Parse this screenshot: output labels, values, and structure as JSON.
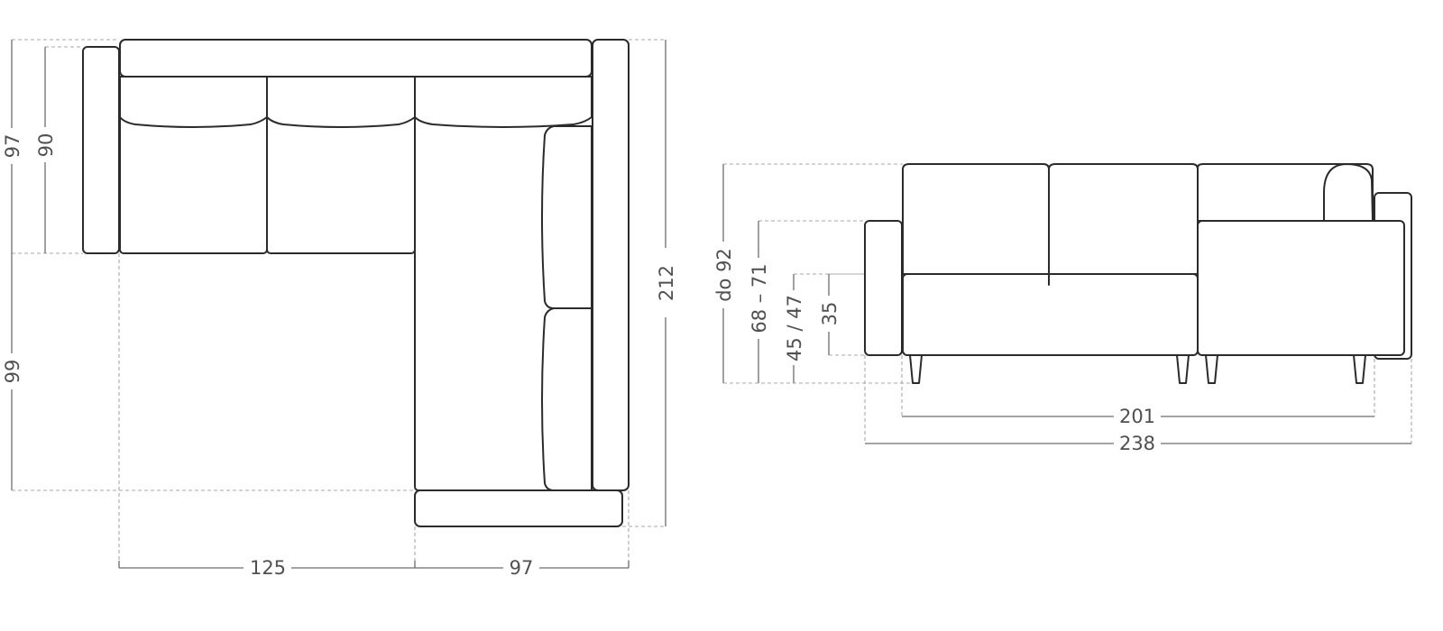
{
  "top_view": {
    "depth_left_total": "97",
    "depth_left_seat": "90",
    "depth_left_chaise": "99",
    "depth_total": "212",
    "width_sofa": "125",
    "width_chaise": "97"
  },
  "front_view": {
    "height_back": "do 92",
    "height_arm": "68 – 71",
    "height_seat": "45 / 47",
    "height_base": "35",
    "width_seat": "201",
    "width_total": "238"
  },
  "colors": {
    "outline": "#2b2b2b",
    "dimension_line": "#6e6e6e",
    "extension_line": "#a8a8a8",
    "label": "#505050"
  }
}
